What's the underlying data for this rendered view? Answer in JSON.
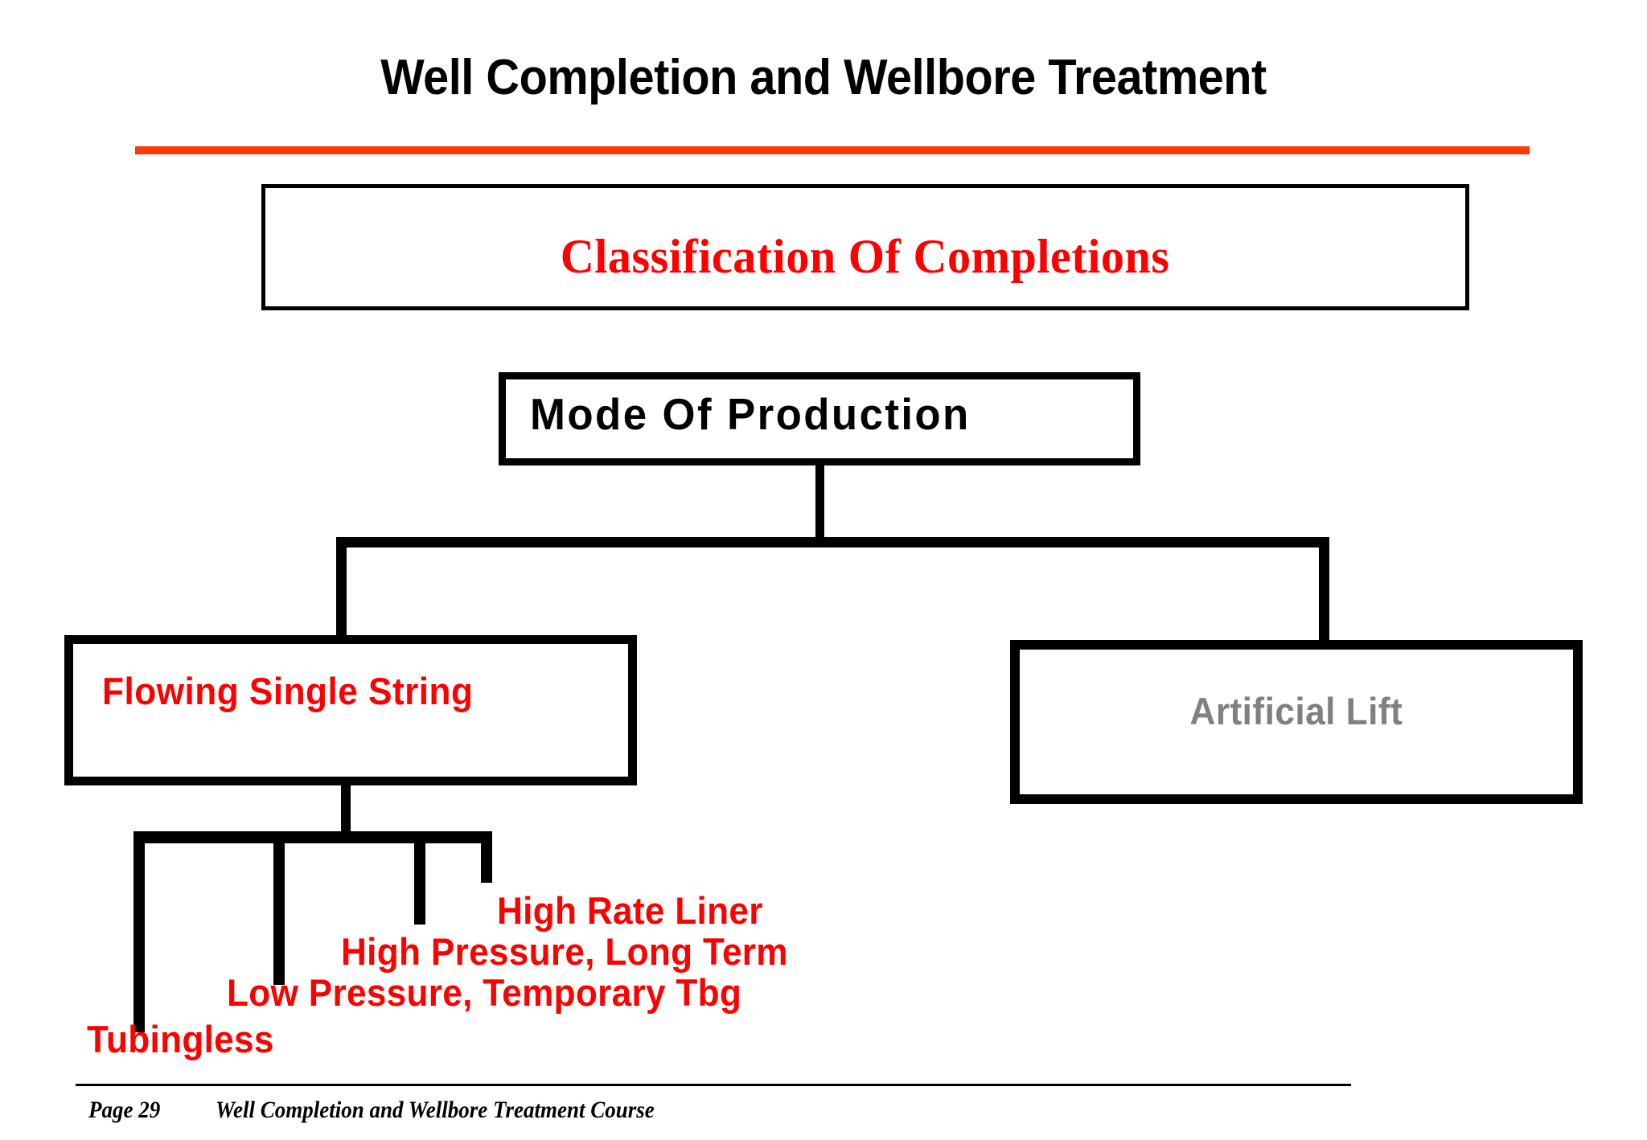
{
  "slide": {
    "title": "Well Completion and Wellbore Treatment",
    "accent_rule_color": "#FC3805"
  },
  "diagram": {
    "header_box": {
      "label": "Classification Of Completions",
      "text_color": "#FD0000"
    },
    "root": {
      "label": "Mode Of Production",
      "text_color": "#000000"
    },
    "branches": [
      {
        "label": "Flowing Single String",
        "text_color": "#FD0000",
        "children": [
          {
            "label": "Tubingless",
            "text_color": "#FD0000"
          },
          {
            "label": "Low Pressure, Temporary Tbg",
            "text_color": "#FD0000"
          },
          {
            "label": "High Pressure, Long Term",
            "text_color": "#FD0000"
          },
          {
            "label": "High Rate Liner",
            "text_color": "#FD0000"
          }
        ]
      },
      {
        "label": "Artificial Lift",
        "text_color": "#808080",
        "children": []
      }
    ]
  },
  "footer": {
    "page_label": "Page 29",
    "course_label": "Well Completion and Wellbore Treatment Course"
  }
}
